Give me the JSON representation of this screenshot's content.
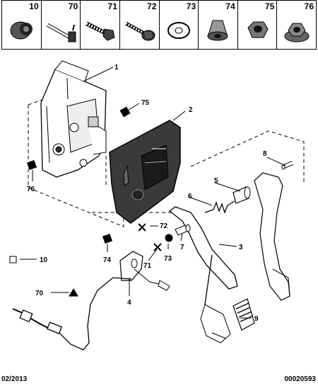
{
  "parts_bar": [
    {
      "ref": "10",
      "icon": "grommet-icon"
    },
    {
      "ref": "70",
      "icon": "cable-tie-icon"
    },
    {
      "ref": "71",
      "icon": "bolt-icon"
    },
    {
      "ref": "72",
      "icon": "screw-icon"
    },
    {
      "ref": "73",
      "icon": "washer-icon"
    },
    {
      "ref": "74",
      "icon": "cap-nut-icon"
    },
    {
      "ref": "75",
      "icon": "hex-nut-icon"
    },
    {
      "ref": "76",
      "icon": "flange-nut-icon"
    }
  ],
  "callouts": {
    "c1": "1",
    "c2": "2",
    "c3": "3",
    "c4": "4",
    "c5": "5",
    "c6": "6",
    "c7": "7",
    "c8": "8",
    "c9": "9",
    "c10": "10",
    "c70": "70",
    "c71": "71",
    "c72": "72",
    "c73": "73",
    "c74": "74",
    "c75": "75",
    "c76": "76"
  },
  "footer": {
    "date": "02/2013",
    "code": "00020593"
  }
}
